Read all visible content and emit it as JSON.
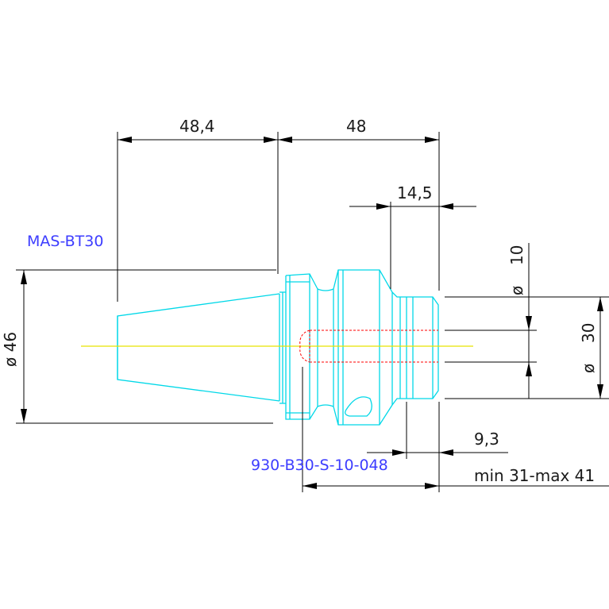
{
  "labels": {
    "taper_standard": "MAS-BT30",
    "part_number": "930-B30-S-10-048"
  },
  "dimensions": {
    "taper_length": "48,4",
    "body_length": "48",
    "nose_length": "14,5",
    "flange_diameter": "ø 46",
    "bore_diameter_label": "ø",
    "bore_diameter_value": "10",
    "nose_diameter_label": "ø",
    "nose_diameter_value": "30",
    "bore_depth": "9,3",
    "clamping_range": "min 31-max 41"
  },
  "colors": {
    "part_outline": "#00d8e8",
    "centerline": "#e8e400",
    "hidden_bore": "#ff0000",
    "dimension": "#000000",
    "annotation": "#3d3dff"
  }
}
